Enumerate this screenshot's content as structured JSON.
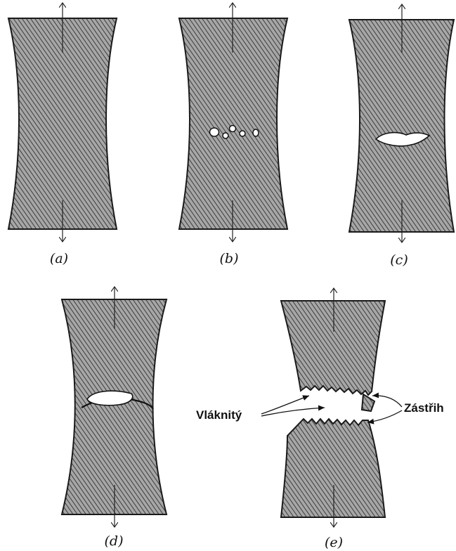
{
  "panels": [
    {
      "id": "a",
      "caption": "(a)"
    },
    {
      "id": "b",
      "caption": "(b)"
    },
    {
      "id": "c",
      "caption": "(c)"
    },
    {
      "id": "d",
      "caption": "(d)"
    },
    {
      "id": "e",
      "caption": "(e)"
    }
  ],
  "labels": {
    "fibrous": "Vláknitý",
    "shear_lip": "Zástřih"
  },
  "colors": {
    "hatch_bg": "#a6a6a6",
    "hatch_line": "#3c3c3c",
    "void": "#ffffff",
    "outline": "#1a1a1a"
  }
}
